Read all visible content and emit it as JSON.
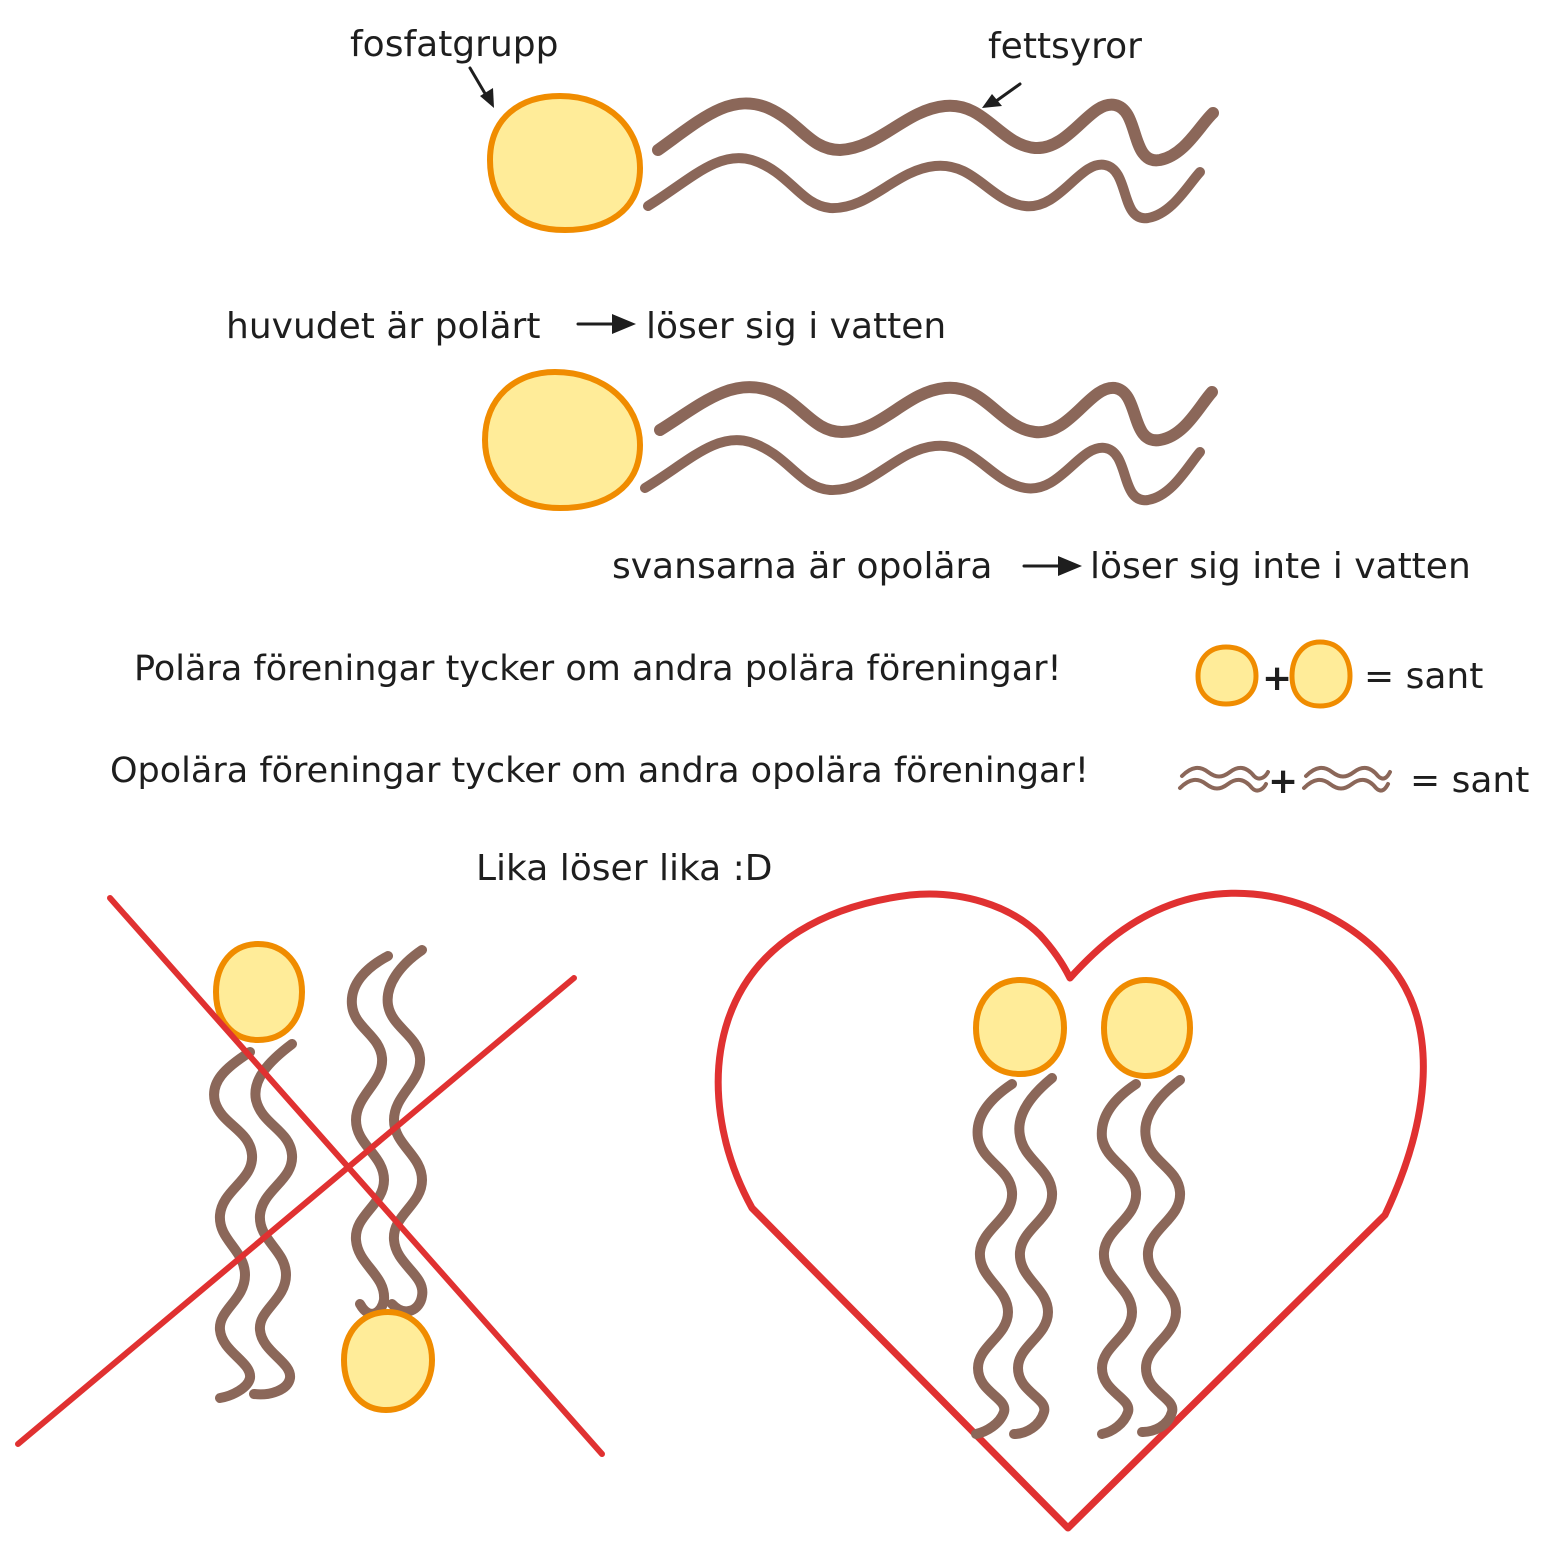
{
  "labels": {
    "phosphate_group": "fosfatgrupp",
    "fatty_acids": "fettsyror",
    "head_polar": "huvudet är polärt",
    "head_polar_result": "löser sig i vatten",
    "tails_nonpolar": "svansarna är opolära",
    "tails_nonpolar_result": "löser sig inte i vatten",
    "polar_rule": "Polära föreningar tycker om andra polära föreningar!",
    "polar_equals": "= sant",
    "nonpolar_rule": "Opolära föreningar tycker om andra opolära föreningar!",
    "nonpolar_equals": "= sant",
    "like_dissolves_like": "Lika löser lika :D",
    "plus": "+"
  },
  "colors": {
    "head_fill": "#ffec99",
    "head_stroke": "#f08c00",
    "tail_stroke": "#8b6759",
    "cross_stroke": "#e03131",
    "heart_stroke": "#e03131",
    "text": "#1e1e1e"
  }
}
